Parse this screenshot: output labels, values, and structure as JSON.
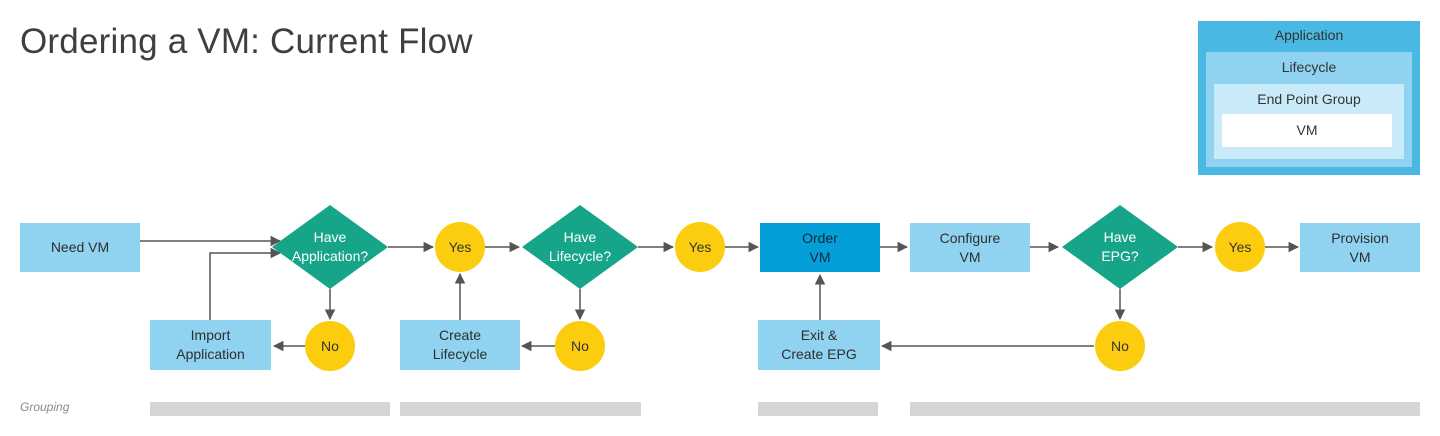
{
  "title": "Ordering a VM: Current Flow",
  "legend": {
    "application": "Application",
    "lifecycle": "Lifecycle",
    "end_point_group": "End Point Group",
    "vm": "VM"
  },
  "nodes": {
    "need_vm": "Need VM",
    "have_application": "Have\nApplication?",
    "yes_1": "Yes",
    "no_1": "No",
    "import_application": "Import\nApplication",
    "have_lifecycle": "Have\nLifecycle?",
    "yes_2": "Yes",
    "no_2": "No",
    "create_lifecycle": "Create\nLifecycle",
    "order_vm": "Order\nVM",
    "exit_create_epg": "Exit &\nCreate EPG",
    "configure_vm": "Configure\nVM",
    "have_epg": "Have\nEPG?",
    "yes_3": "Yes",
    "no_3": "No",
    "provision_vm": "Provision\nVM"
  },
  "grouping_label": "Grouping",
  "colors": {
    "light_box": "#8fd3f0",
    "dark_box": "#049fd9",
    "diamond": "#17a58a",
    "circle": "#fbcd0e",
    "connector": "#555555",
    "grouping_bar": "#d6d6d6"
  }
}
